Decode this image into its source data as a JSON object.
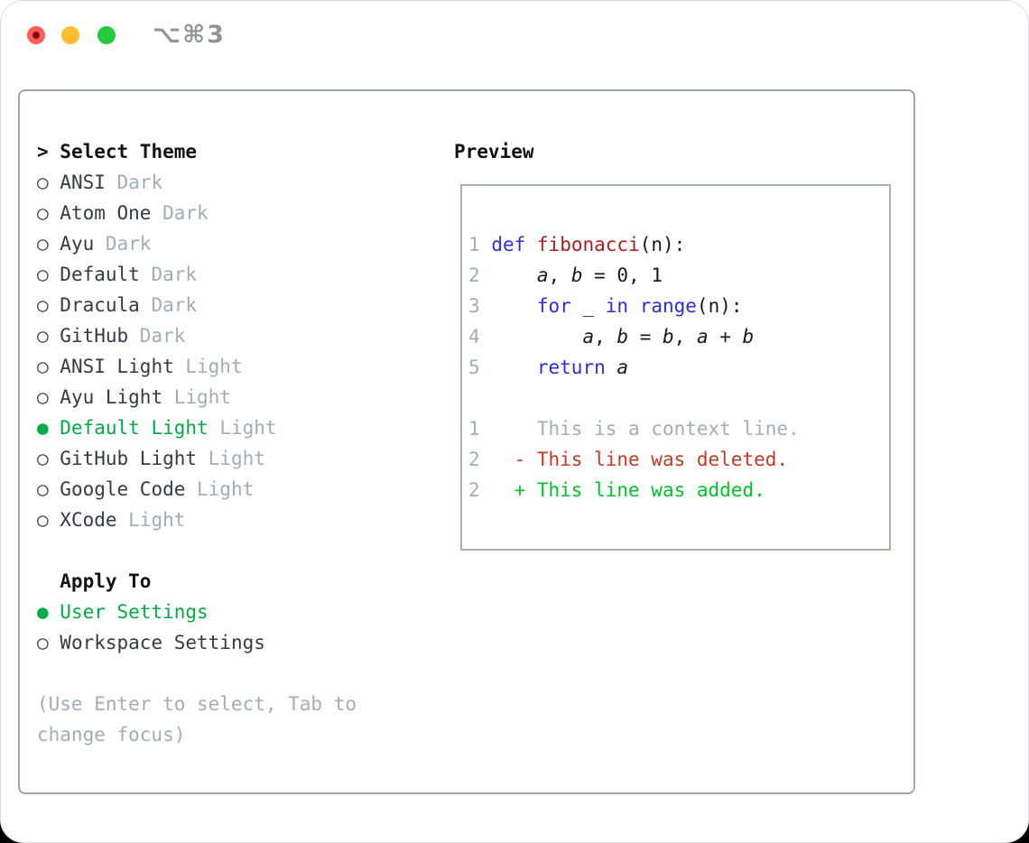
{
  "titlebar": {
    "title": "⌥⌘3"
  },
  "theme_panel": {
    "select_theme_header": {
      "prompt": ">",
      "label": "Select Theme"
    },
    "markers": {
      "unselected": "○",
      "selected": "●"
    },
    "themes": [
      {
        "name": "ANSI",
        "variant": "Dark",
        "selected": false
      },
      {
        "name": "Atom One",
        "variant": "Dark",
        "selected": false
      },
      {
        "name": "Ayu",
        "variant": "Dark",
        "selected": false
      },
      {
        "name": "Default",
        "variant": "Dark",
        "selected": false
      },
      {
        "name": "Dracula",
        "variant": "Dark",
        "selected": false
      },
      {
        "name": "GitHub",
        "variant": "Dark",
        "selected": false
      },
      {
        "name": "ANSI Light",
        "variant": "Light",
        "selected": false
      },
      {
        "name": "Ayu Light",
        "variant": "Light",
        "selected": false
      },
      {
        "name": "Default Light",
        "variant": "Light",
        "selected": true
      },
      {
        "name": "GitHub Light",
        "variant": "Light",
        "selected": false
      },
      {
        "name": "Google Code",
        "variant": "Light",
        "selected": false
      },
      {
        "name": "XCode",
        "variant": "Light",
        "selected": false
      }
    ],
    "apply_to": {
      "label": "Apply To",
      "options": [
        {
          "label": "User Settings",
          "selected": true
        },
        {
          "label": "Workspace Settings",
          "selected": false
        }
      ]
    },
    "hint_line1": "(Use Enter to select, Tab to",
    "hint_line2": "change focus)"
  },
  "preview": {
    "label": "Preview",
    "lines": [
      {
        "num": "1",
        "tokens": [
          {
            "s": "pl",
            "t": " "
          },
          {
            "s": "kw",
            "t": "def"
          },
          {
            "s": "pl",
            "t": " "
          },
          {
            "s": "fn",
            "t": "fibonacci"
          },
          {
            "s": "pl",
            "t": "(n):"
          }
        ]
      },
      {
        "num": "2",
        "tokens": [
          {
            "s": "pl",
            "t": "     "
          },
          {
            "s": "var",
            "t": "a"
          },
          {
            "s": "pl",
            "t": ", "
          },
          {
            "s": "var",
            "t": "b"
          },
          {
            "s": "pl",
            "t": " = 0, 1"
          }
        ]
      },
      {
        "num": "3",
        "tokens": [
          {
            "s": "pl",
            "t": "     "
          },
          {
            "s": "kw",
            "t": "for"
          },
          {
            "s": "pl",
            "t": " _ "
          },
          {
            "s": "kw",
            "t": "in"
          },
          {
            "s": "pl",
            "t": " "
          },
          {
            "s": "kw",
            "t": "range"
          },
          {
            "s": "pl",
            "t": "(n):"
          }
        ]
      },
      {
        "num": "4",
        "tokens": [
          {
            "s": "pl",
            "t": "         "
          },
          {
            "s": "var",
            "t": "a"
          },
          {
            "s": "pl",
            "t": ", "
          },
          {
            "s": "var",
            "t": "b"
          },
          {
            "s": "pl",
            "t": " = "
          },
          {
            "s": "var",
            "t": "b"
          },
          {
            "s": "pl",
            "t": ", "
          },
          {
            "s": "var",
            "t": "a"
          },
          {
            "s": "pl",
            "t": " + "
          },
          {
            "s": "var",
            "t": "b"
          }
        ]
      },
      {
        "num": "5",
        "tokens": [
          {
            "s": "pl",
            "t": "     "
          },
          {
            "s": "kw",
            "t": "return"
          },
          {
            "s": "pl",
            "t": " "
          },
          {
            "s": "var",
            "t": "a"
          }
        ]
      },
      {
        "num": "",
        "tokens": []
      },
      {
        "num": "1",
        "tokens": [
          {
            "s": "ctx",
            "t": "     This is a context line."
          }
        ]
      },
      {
        "num": "2",
        "tokens": [
          {
            "s": "del",
            "t": "   - This line was deleted."
          }
        ]
      },
      {
        "num": "2",
        "tokens": [
          {
            "s": "add",
            "t": "   + This line was added."
          }
        ]
      }
    ]
  },
  "colors": {
    "accent_green": "#00AD43",
    "added_green": "#00C427",
    "deleted_red": "#C23B22",
    "keyword_blue": "#2A2FD8",
    "function_red": "#A91E22",
    "code_text": "#17191E",
    "muted": "#A3ACB9",
    "text_dark": "#343B47",
    "heading": "#101318",
    "panel_border": "#9CA5B2",
    "preview_border": "#A8B0BC",
    "titlebar_text": "#8F959D",
    "traffic_red": "#FF5D55",
    "traffic_yellow": "#FFBD2D",
    "traffic_green": "#27C93F",
    "traffic_red_dot": "#850A0E"
  }
}
